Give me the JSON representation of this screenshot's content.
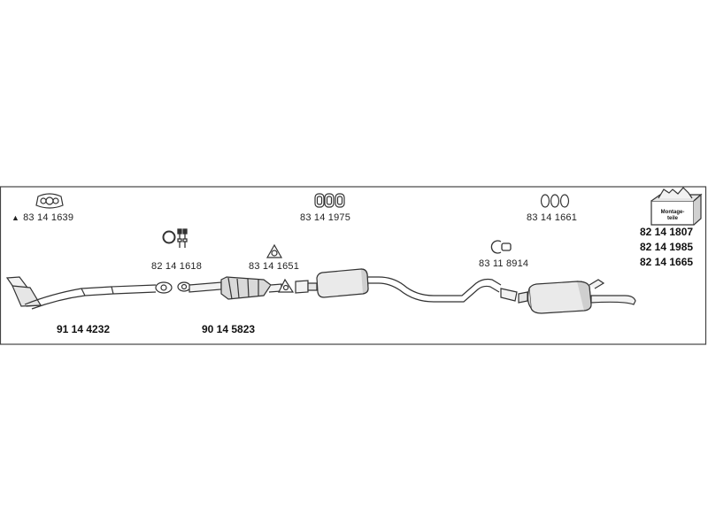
{
  "accessory_labels": {
    "p1": "83 14 1639",
    "p2": "83 14 1975",
    "p3": "83 14 1661",
    "p4": "82 14 1618",
    "p5": "83 14 1651",
    "p6": "83 11 8914"
  },
  "marker_symbol": "▲",
  "main_labels": {
    "front_pipe": "91 14 4232",
    "catalyst": "90 14 5823"
  },
  "kit_box": {
    "line1": "Montage-",
    "line2": "teile"
  },
  "kit_numbers": [
    "82 14 1807",
    "82 14 1985",
    "82 14 1665"
  ],
  "colors": {
    "line": "#333333",
    "frame": "#444444",
    "fill_light": "#f2f2f2",
    "fill_mid": "#d9d9d9"
  }
}
